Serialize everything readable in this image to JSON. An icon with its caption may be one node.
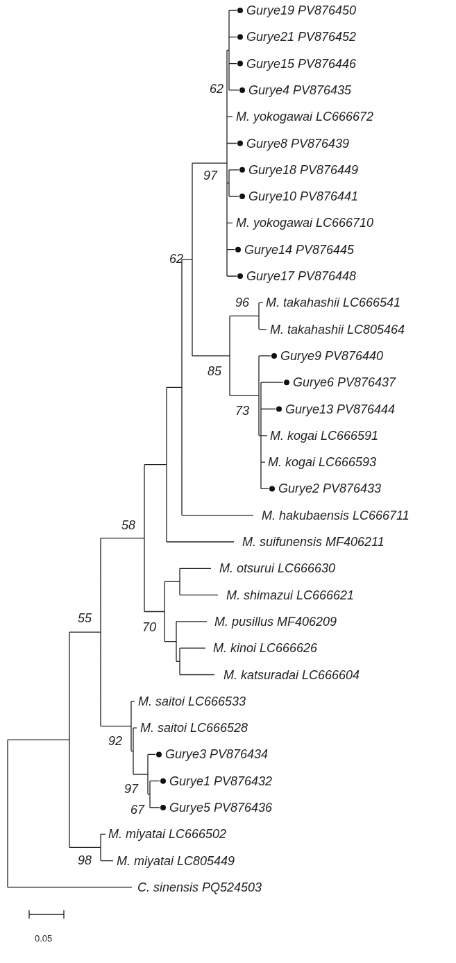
{
  "diagram": {
    "labels": [
      "Gurye19 PV876450",
      "Gurye21 PV876452",
      "Gurye15 PV876446",
      "62",
      "Gurye4 PV876435",
      "M. yokogawai LC666672",
      "Gurye8 PV876439",
      "Gurye18 PV876449",
      "97",
      "Gurye10 PV876441",
      "M. yokogawai LC666710",
      "Gurye14 PV876445",
      "62",
      "Gurye17 PV876448",
      "96",
      "M. takahashii LC666541",
      "M. takahashii LC805464",
      "Gurye9 PV876440",
      "85",
      "Gurye6 PV876437",
      "Gurye13 PV876444",
      "73",
      "M. kogai LC666591",
      "M. kogai LC666593",
      "Gurye2 PV876433",
      "M. hakubaensis LC666711",
      "58",
      "M. suifunensis MF406211",
      "M. otsurui LC666630",
      "M. shimazui LC666621",
      "55",
      "M. pusillus MF406209",
      "70",
      "M. kinoi LC666626",
      "M. katsuradai LC666604",
      "M. saitoi LC666533",
      "M. saitoi LC666528",
      "92",
      "Gurye3 PV876434",
      "Gurye1 PV876432",
      "97",
      "Gurye5 PV876436",
      "67",
      "M. miyatai LC666502",
      "M. miyatai LC805449",
      "98",
      "C. sinensis PQ524503",
      "0.05"
    ]
  }
}
